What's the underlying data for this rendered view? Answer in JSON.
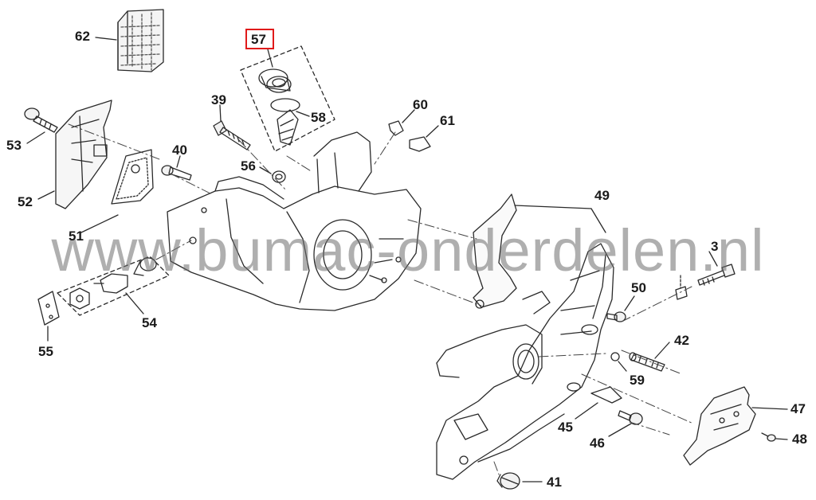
{
  "watermark": "www.bumac-onderdelen.nl",
  "highlight_color": "#e01a1a",
  "callouts": [
    {
      "id": "c62",
      "text": "62"
    },
    {
      "id": "c57",
      "text": "57"
    },
    {
      "id": "c58",
      "text": "58"
    },
    {
      "id": "c39",
      "text": "39"
    },
    {
      "id": "c60",
      "text": "60"
    },
    {
      "id": "c61",
      "text": "61"
    },
    {
      "id": "c53",
      "text": "53"
    },
    {
      "id": "c40",
      "text": "40"
    },
    {
      "id": "c56",
      "text": "56"
    },
    {
      "id": "c52",
      "text": "52"
    },
    {
      "id": "c51",
      "text": "51"
    },
    {
      "id": "c49",
      "text": "49"
    },
    {
      "id": "c3",
      "text": "3"
    },
    {
      "id": "c50",
      "text": "50"
    },
    {
      "id": "c54",
      "text": "54"
    },
    {
      "id": "c55",
      "text": "55"
    },
    {
      "id": "c42",
      "text": "42"
    },
    {
      "id": "c59",
      "text": "59"
    },
    {
      "id": "c47",
      "text": "47"
    },
    {
      "id": "c45",
      "text": "45"
    },
    {
      "id": "c46",
      "text": "46"
    },
    {
      "id": "c48",
      "text": "48"
    },
    {
      "id": "c41",
      "text": "41"
    }
  ]
}
